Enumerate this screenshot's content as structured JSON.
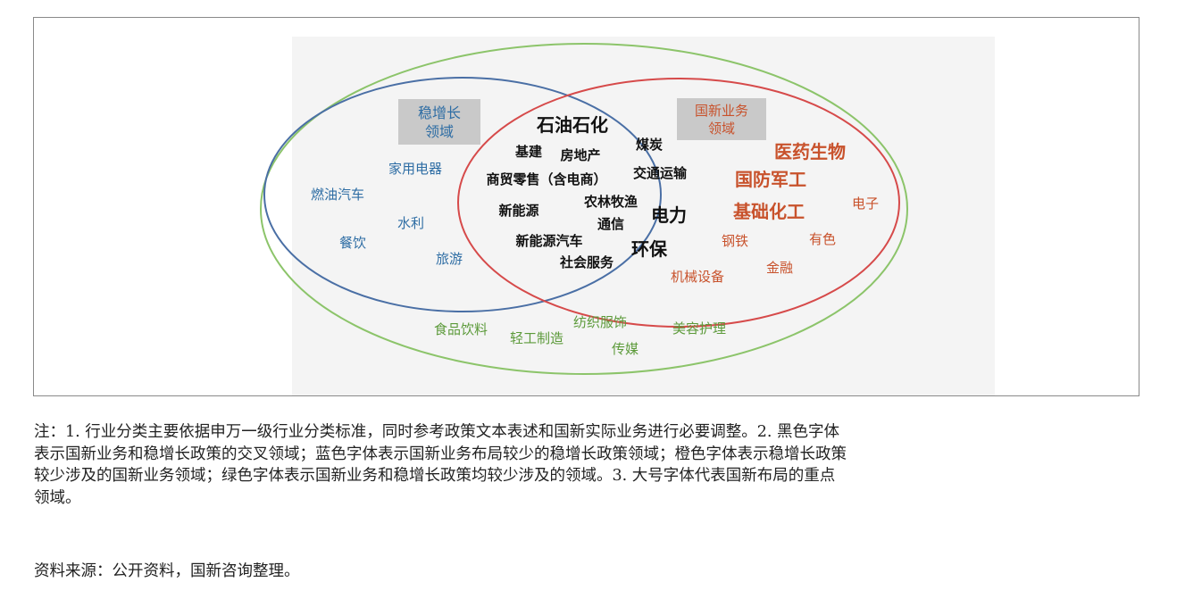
{
  "diagram": {
    "boxes": {
      "left": [
        "稳增长",
        "领域"
      ],
      "right": [
        "国新业务",
        "领域"
      ]
    },
    "colors": {
      "black": "#111111",
      "blue": "#2e6da4",
      "orange": "#c8522c",
      "green": "#5c9a3a",
      "blue_circle": "#4a6fa5",
      "red_circle": "#d64a4a",
      "green_circle": "#8cc46a",
      "box_fill": "#c9c9c9"
    },
    "black_terms": [
      "石油石化",
      "基建",
      "房地产",
      "煤炭",
      "商贸零售（含电商）",
      "交通运输",
      "新能源",
      "农林牧渔",
      "电力",
      "通信",
      "新能源汽车",
      "环保",
      "社会服务"
    ],
    "blue_terms": [
      "家用电器",
      "燃油汽车",
      "水利",
      "餐饮",
      "旅游"
    ],
    "orange_terms": [
      "医药生物",
      "国防军工",
      "基础化工",
      "电子",
      "钢铁",
      "有色",
      "金融",
      "机械设备"
    ],
    "green_terms": [
      "食品饮料",
      "轻工制造",
      "纺织服饰",
      "传媒",
      "美容护理"
    ]
  },
  "notes": {
    "line1": "注：1. 行业分类主要依据申万一级行业分类标准，同时参考政策文本表述和国新实际业务进行必要调整。2. 黑色字体",
    "line2": "表示国新业务和稳增长政策的交叉领域；蓝色字体表示国新业务布局较少的稳增长政策领域；橙色字体表示稳增长政策",
    "line3": "较少涉及的国新业务领域；绿色字体表示国新业务和稳增长政策均较少涉及的领域。3. 大号字体代表国新布局的重点",
    "line4": "领域。",
    "source": "资料来源：公开资料，国新咨询整理。"
  }
}
